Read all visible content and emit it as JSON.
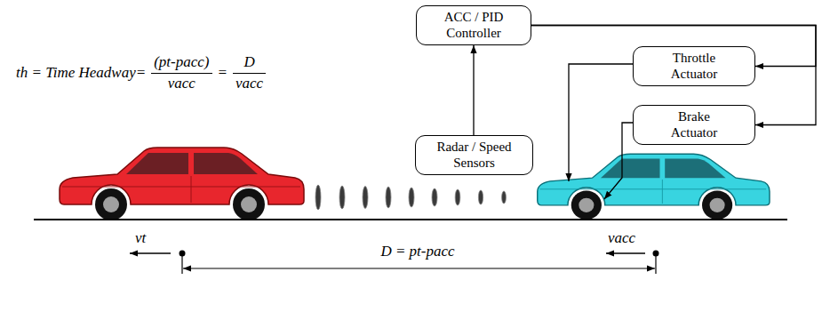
{
  "diagram": {
    "nodes": [
      {
        "text": [
          "ACC / PID Controller"
        ]
      },
      {
        "text": [
          "Throttle Actuator"
        ]
      },
      {
        "text": [
          "Brake Actuator"
        ]
      },
      {
        "text": [
          "Radar / Speed Sensors"
        ]
      }
    ],
    "edges": [
      {
        "from": 3,
        "to": 0,
        "arrow": "to"
      },
      {
        "from": 0,
        "to": 1,
        "arrow": "to"
      },
      {
        "from": 0,
        "to": 2,
        "arrow": "to"
      }
    ],
    "labels": [
      "th = Time Headway=",
      "(pt-pacc)",
      "vacc",
      "=",
      "D",
      "vacc",
      "vt",
      "D = pt-pacc",
      "vacc"
    ]
  }
}
